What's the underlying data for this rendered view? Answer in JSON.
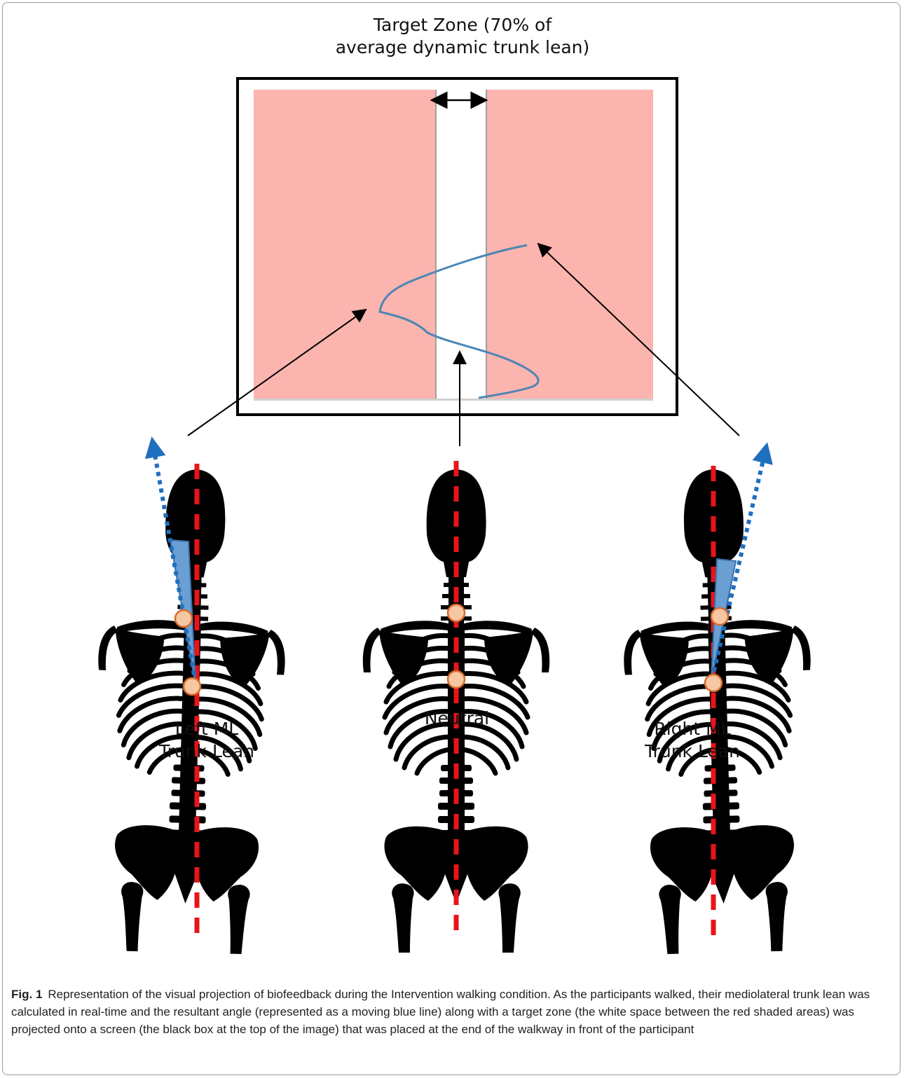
{
  "figure": {
    "title_line1": "Target Zone (70% of",
    "title_line2": "average dynamic trunk lean)",
    "labels": {
      "left_line1": "Left ML",
      "left_line2": "Trunk Lean",
      "neutral": "Neutral",
      "right_line1": "Right ML",
      "right_line2": "Trunk Lean"
    },
    "colors": {
      "red_zone": "#fbb4ae",
      "midline": "#e8141a",
      "lean_arrow": "#1f6fbf",
      "lean_wedge": "#6a9fd4",
      "landmark": "#f7c7a3",
      "landmark_stroke": "#d86a2a",
      "trace": "#4b86b4"
    }
  },
  "caption": {
    "label": "Fig. 1",
    "text": "Representation of the visual projection of biofeedback during the Intervention walking condition. As the participants walked, their mediolateral trunk lean was calculated in real-time and the resultant angle (represented as a moving blue line) along with a target zone (the white space between the red shaded areas) was projected onto a screen (the black box at the top of the image) that was placed at the end of the walkway in front of the participant"
  }
}
